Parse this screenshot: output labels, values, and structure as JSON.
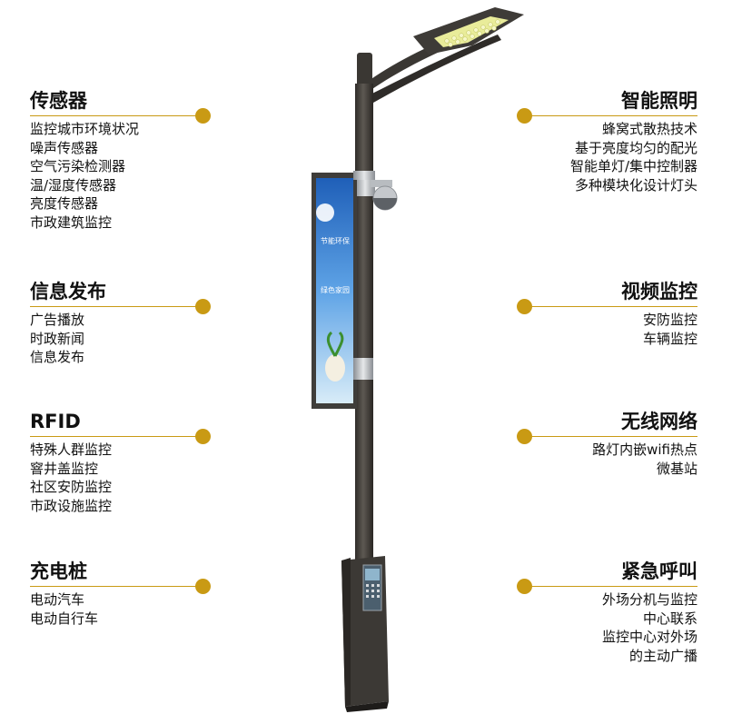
{
  "left_features": [
    {
      "id": "sensor",
      "title": "传感器",
      "items": [
        "监控城市环境状况",
        "噪声传感器",
        "空气污染检测器",
        "温/湿度传感器",
        "亮度传感器",
        "市政建筑监控"
      ]
    },
    {
      "id": "info",
      "title": "信息发布",
      "items": [
        "广告播放",
        "时政新闻",
        "信息发布"
      ]
    },
    {
      "id": "rfid",
      "title": "RFID",
      "items": [
        "特殊人群监控",
        "窨井盖监控",
        "社区安防监控",
        "市政设施监控"
      ]
    },
    {
      "id": "charging",
      "title": "充电桩",
      "items": [
        "电动汽车",
        "电动自行车"
      ]
    }
  ],
  "right_features": [
    {
      "id": "lighting",
      "title": "智能照明",
      "items": [
        "蜂窝式散热技术",
        "基于亮度均匀的配光",
        "智能单灯/集中控制器",
        "多种模块化设计灯头"
      ]
    },
    {
      "id": "video",
      "title": "视频监控",
      "items": [
        "安防监控",
        "车辆监控"
      ]
    },
    {
      "id": "wireless",
      "title": "无线网络",
      "items": [
        "路灯内嵌wifi热点",
        "微基站"
      ]
    },
    {
      "id": "emergency",
      "title": "紧急呼叫",
      "items": [
        "外场分机与监控",
        "中心联系",
        "监控中心对外场",
        "的主动广播"
      ]
    }
  ],
  "colors": {
    "accent": "#c99a14",
    "pole": "#4d4944",
    "text": "#111111"
  },
  "billboard": {
    "line1": "节能环保",
    "line2": "绿色家园"
  }
}
